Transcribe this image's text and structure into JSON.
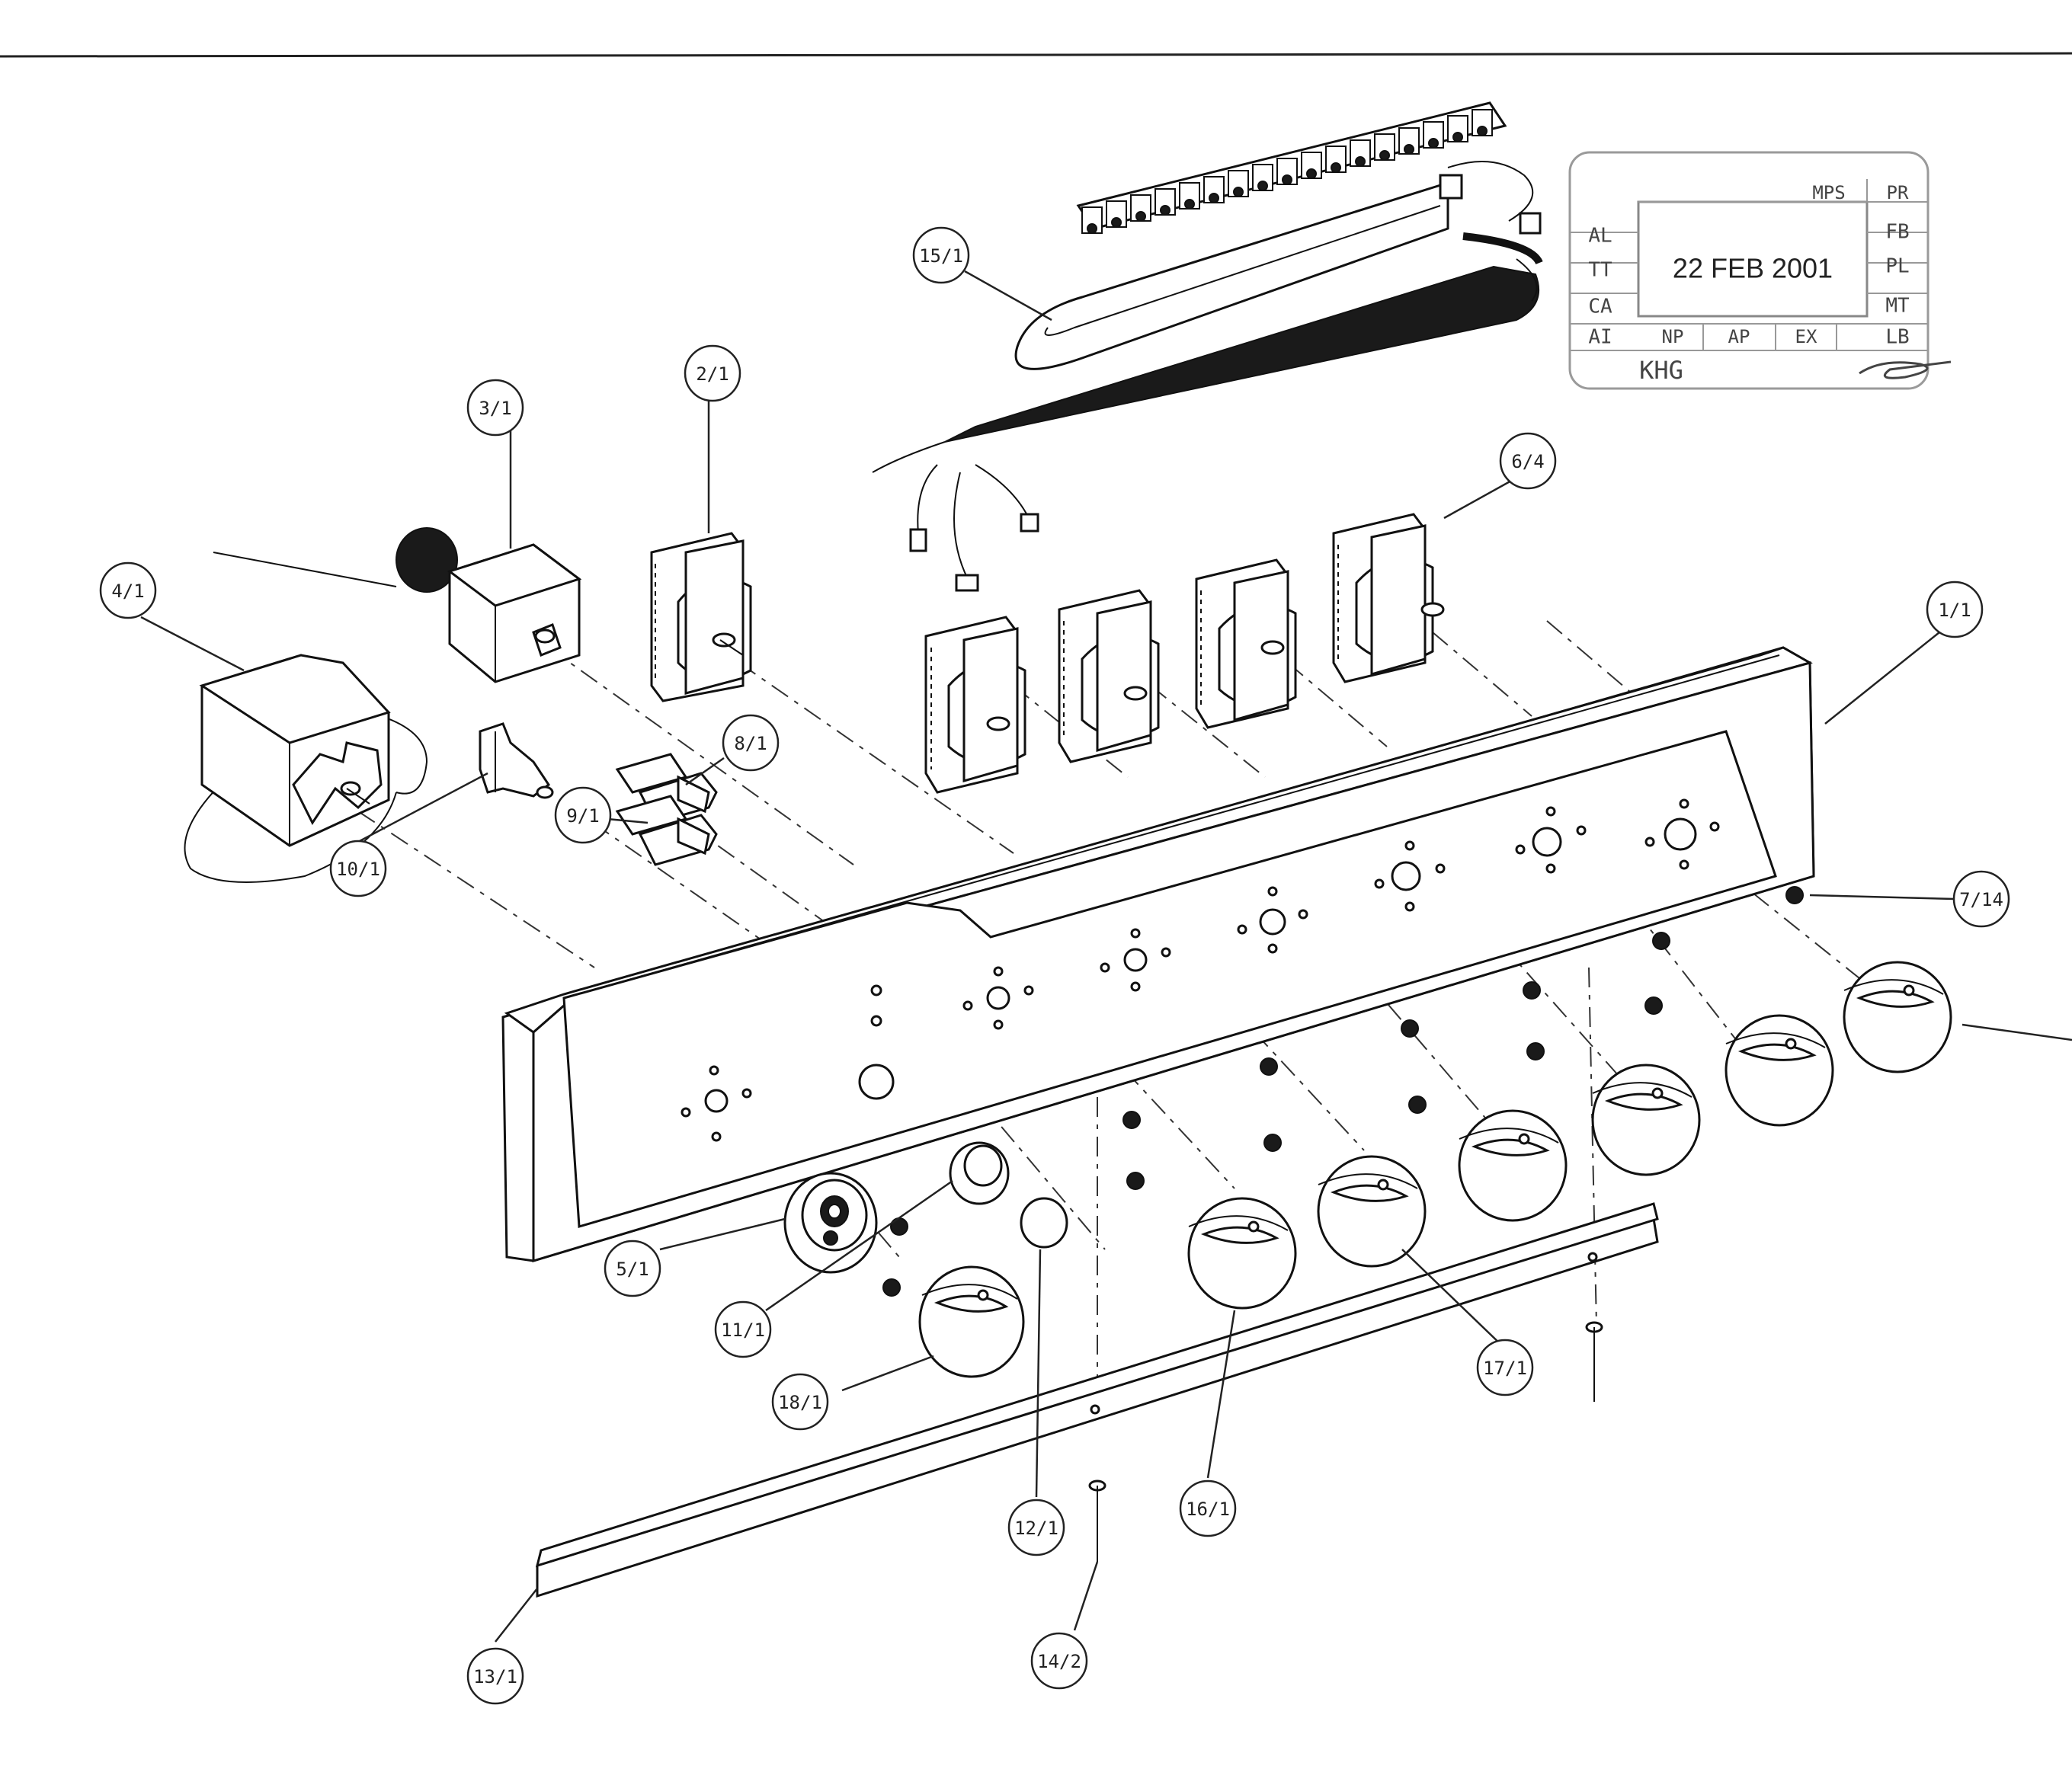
{
  "callouts": [
    {
      "id": "c-15-1",
      "label": "15/1"
    },
    {
      "id": "c-3-1",
      "label": "3/1"
    },
    {
      "id": "c-2-1",
      "label": "2/1"
    },
    {
      "id": "c-6-4",
      "label": "6/4"
    },
    {
      "id": "c-4-1",
      "label": "4/1"
    },
    {
      "id": "c-1-1",
      "label": "1/1"
    },
    {
      "id": "c-8-1",
      "label": "8/1"
    },
    {
      "id": "c-10-1",
      "label": "10/1"
    },
    {
      "id": "c-9-1",
      "label": "9/1"
    },
    {
      "id": "c-7-14",
      "label": "7/14"
    },
    {
      "id": "c-5-1",
      "label": "5/1"
    },
    {
      "id": "c-11-1",
      "label": "11/1"
    },
    {
      "id": "c-18-1",
      "label": "18/1"
    },
    {
      "id": "c-17-1",
      "label": "17/1"
    },
    {
      "id": "c-16-1",
      "label": "16/1"
    },
    {
      "id": "c-12-1",
      "label": "12/1"
    },
    {
      "id": "c-13-1",
      "label": "13/1"
    },
    {
      "id": "c-14-2",
      "label": "14/2"
    }
  ],
  "stamp": {
    "date": "22 FEB 2001",
    "left_codes": [
      "AL",
      "TT",
      "CA",
      "AI"
    ],
    "right_codes": [
      "FB",
      "PL",
      "MT",
      "LB"
    ],
    "top_codes": [
      "MPS",
      "PR"
    ],
    "bottom_codes": [
      "NP",
      "AP",
      "EX"
    ],
    "initials": "KHG"
  }
}
